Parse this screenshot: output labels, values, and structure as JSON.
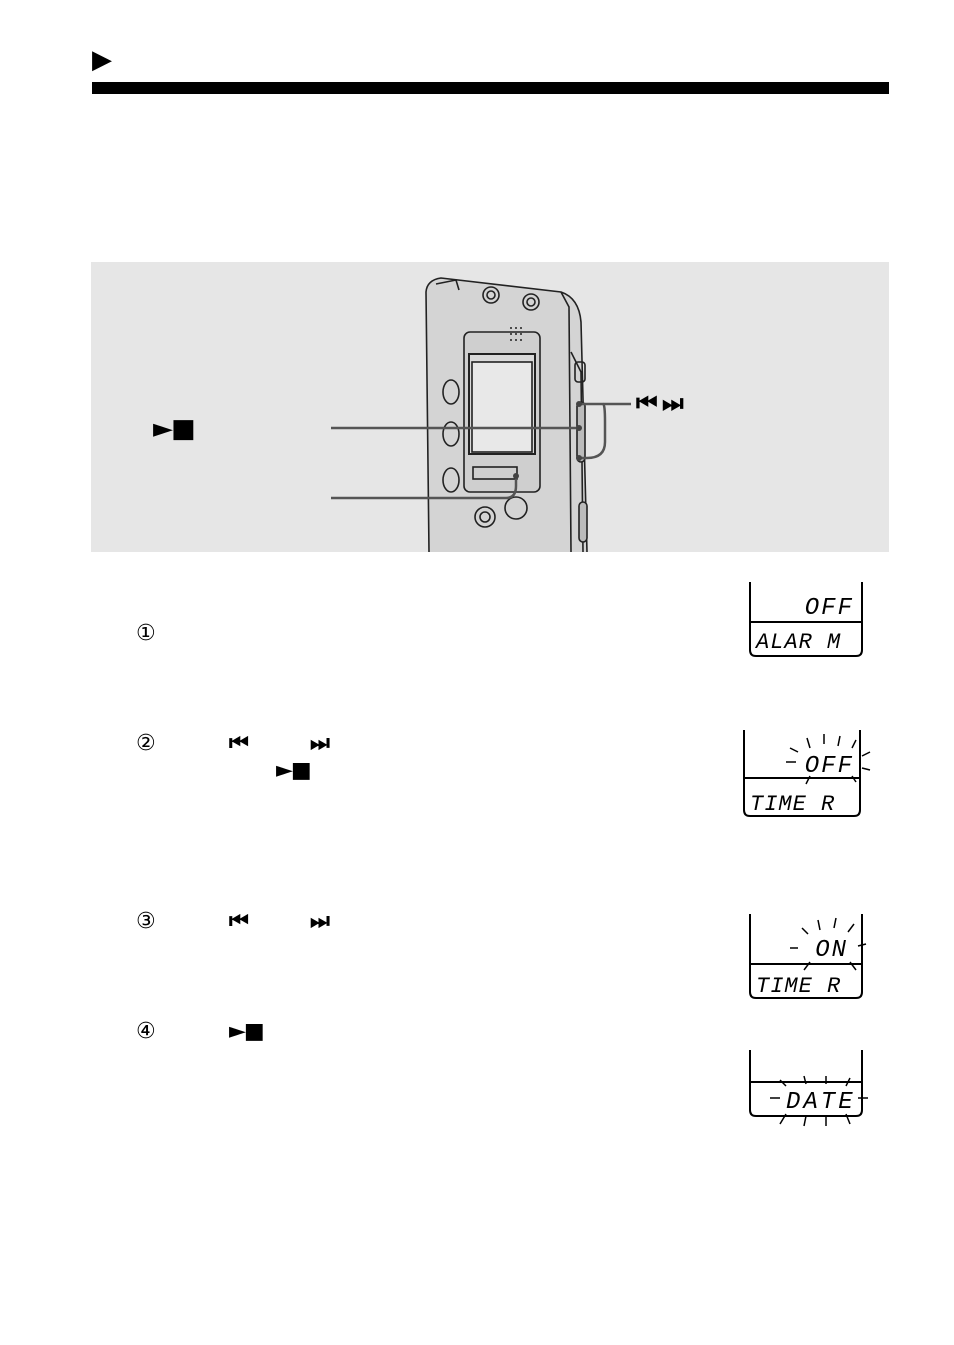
{
  "header": {
    "arrow": "▶"
  },
  "illustration": {
    "play_stop_label": "►■",
    "skip_label": "⏮ ⏭"
  },
  "steps": [
    {
      "number": "①"
    },
    {
      "number": "②",
      "sym_a": "⏮",
      "sym_b": "⏭",
      "sym_c": "►■"
    },
    {
      "number": "③",
      "sym_a": "⏮",
      "sym_b": "⏭"
    },
    {
      "number": "④",
      "sym_a": "►■"
    }
  ],
  "displays": [
    {
      "top": "OFF",
      "bottom": "ALAR M",
      "blinking": "none"
    },
    {
      "top": "OFF",
      "bottom": "TIME R",
      "blinking": "top"
    },
    {
      "top": "ON",
      "bottom": "TIME R",
      "blinking": "top"
    },
    {
      "top": "",
      "bottom": "DATE",
      "blinking": "bottom"
    }
  ]
}
